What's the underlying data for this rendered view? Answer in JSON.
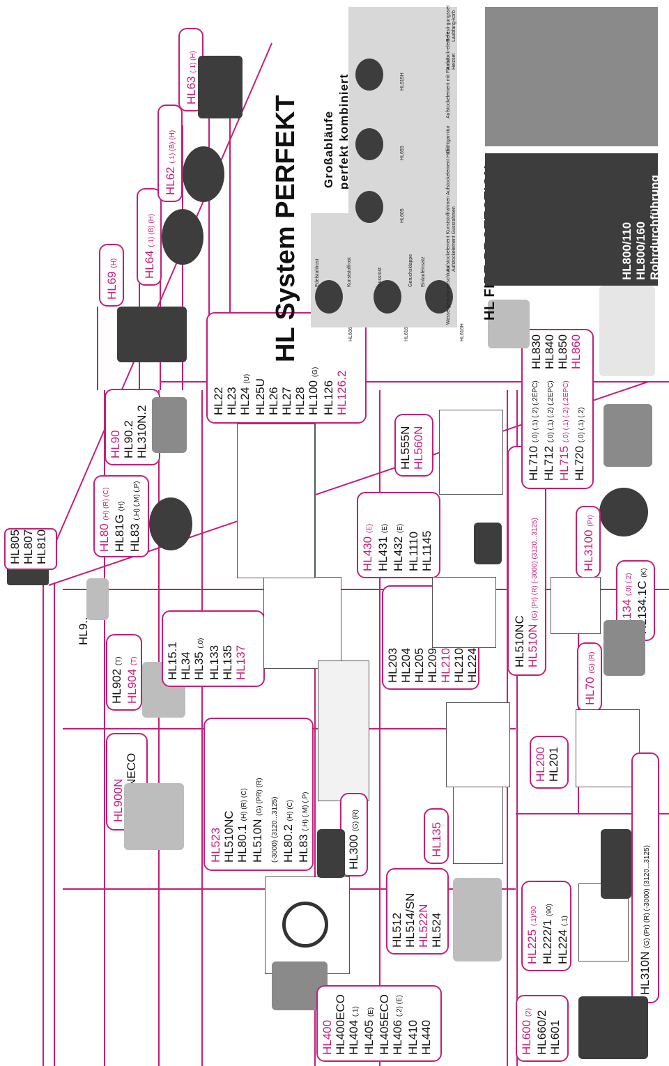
{
  "title": "HL System PERFEKT",
  "subtitle_line1": "Großabläufe",
  "subtitle_line2": "perfekt kombiniert",
  "fire_title": "HL FIRE PROTECTION",
  "fire_brochure_line1": "HL800/110",
  "fire_brochure_line2": "HL800/160",
  "fire_brochure_line3": "Rohrdurchführung",
  "accent_color": "#c41e7a",
  "line_color": "#c41e7a",
  "top_products": [
    {
      "label": "HL69",
      "suffix": "(H)"
    },
    {
      "label": "HL64",
      "suffix": "(.1) (B) (H)"
    },
    {
      "label": "HL62",
      "suffix": "(.1) (B) (H)"
    },
    {
      "label": "HL63",
      "suffix": "(.1) (H)"
    }
  ],
  "boxes": {
    "roof": [
      "HL805",
      "HL807",
      "HL810"
    ],
    "hl9": [
      "HL9.."
    ],
    "hl902": [
      "HL902",
      "HL904"
    ],
    "hl900": [
      "HL900N",
      "HL900NECO"
    ],
    "hl80": [
      "HL80",
      "HL81G",
      "HL83"
    ],
    "hl80_suffix": [
      "(H) (R) (C)",
      "(H)",
      "(.H) (.M) (.P)"
    ],
    "hl90": [
      "HL90",
      "HL90.2",
      "HL310N.2"
    ],
    "hl15": [
      "HL15.1",
      "HL34",
      "HL35",
      "HL133",
      "HL135",
      "HL137"
    ],
    "hl15_suffix": [
      "",
      "",
      "(.0)",
      "",
      "",
      ""
    ],
    "hl22": [
      "HL22",
      "HL23",
      "HL24",
      "HL25U",
      "HL26",
      "HL27",
      "HL28",
      "HL100",
      "HL126",
      "HL126.2"
    ],
    "hl22_suffix": [
      "",
      "",
      "(U)",
      "",
      "",
      "",
      "",
      "(G)",
      "",
      ""
    ],
    "hl523": [
      "HL523",
      "HL510NC",
      "HL80.1",
      "HL510N",
      "(-3000) (3120...3125)",
      "HL80.2",
      "HL83"
    ],
    "hl523_suffix": [
      "",
      "",
      "(H) (R) (C)",
      "(G) (PR) (R)",
      "",
      "(H) (C)",
      "(.H) (.M) (.P)"
    ],
    "hl300": [
      "HL300"
    ],
    "hl300_suffix": [
      "(G) (R)"
    ],
    "hl400": [
      "HL400",
      "HL400ECO",
      "HL404",
      "HL405",
      "HL405ECO",
      "HL406",
      "HL410",
      "HL440"
    ],
    "hl400_suffix": [
      "",
      "",
      "(.1)",
      "(E)",
      "",
      "(.2) (E)",
      "",
      ""
    ],
    "hl512": [
      "HL512",
      "HL514/SN",
      "HL522N",
      "HL524"
    ],
    "hl135": [
      "HL135"
    ],
    "hl203": [
      "HL203",
      "HL204",
      "HL205",
      "HL209",
      "HL210",
      "HL210.7",
      "HL224"
    ],
    "hl430": [
      "HL430",
      "HL431",
      "HL432",
      "HL1110",
      "HL1145"
    ],
    "hl430_suffix": [
      "(E)",
      "(E)",
      "(E)",
      "",
      ""
    ],
    "hl555": [
      "HL555N",
      "HL560N"
    ],
    "hl510nc": [
      "HL510NC",
      "HL510N"
    ],
    "hl510nc_suffix": [
      "",
      "(G) (Pr) (R) (-3000) (3120...3125)"
    ],
    "hl710": [
      "HL710",
      "HL712",
      "HL715",
      "HL720"
    ],
    "hl710_suffix": [
      "(.0) (.1) (.2) (.2EPC)",
      "(.0) (.1) (.2) (.2EPC)",
      "(.0) (.1) (.2) (.2EPC)",
      "(.0) (.1) (.2)"
    ],
    "hl3100": [
      "HL3100"
    ],
    "hl3100_suffix": [
      "(Pr)"
    ],
    "hl134": [
      "HL134",
      "HL134.1C"
    ],
    "hl134_suffix": [
      "(.0) (.2)",
      "(K)"
    ],
    "hl70": [
      "HL70"
    ],
    "hl70_suffix": [
      "(G) (R)"
    ],
    "hl200": [
      "HL200",
      "HL201"
    ],
    "hl225": [
      "HL225",
      "HL222/1",
      "HL224"
    ],
    "hl225_suffix": [
      "(.1)/90",
      "(90)",
      "(.1)"
    ],
    "hl310n": [
      "HL310N"
    ],
    "hl310n_suffix": [
      "(G) (Pr) (R) (-3000) (3120...3125)"
    ],
    "hl600": [
      "HL600",
      "HL660/2",
      "HL601"
    ],
    "hl600_suffix": [
      "(2)",
      "",
      ""
    ],
    "hl830": [
      "HL830",
      "HL840",
      "HL850",
      "HL860"
    ]
  },
  "catalog": {
    "row_labels": [
      "HL606",
      "HL616",
      "HL616H"
    ],
    "col_labels": [
      "HL605",
      "HL655",
      "HL615H"
    ],
    "grate_labels": [
      "Edelstahlrost",
      "Kunststoffrost",
      "Gussrost",
      "Geruchsklappe",
      "Einlaufeinsatz"
    ],
    "bottom_captions": [
      "Wassergeruchs-verschluss",
      "Aufstockelement Kunststoffrahmen",
      "Aufstockelement Gussrahmen",
      "Aufstockelement Hubit",
      "Dichtgarnitur",
      "Aufstockelement mit Flansch",
      "Aufstock-element",
      "Heizset",
      "Befesti-gungsset",
      "Laubfang-korb"
    ]
  }
}
